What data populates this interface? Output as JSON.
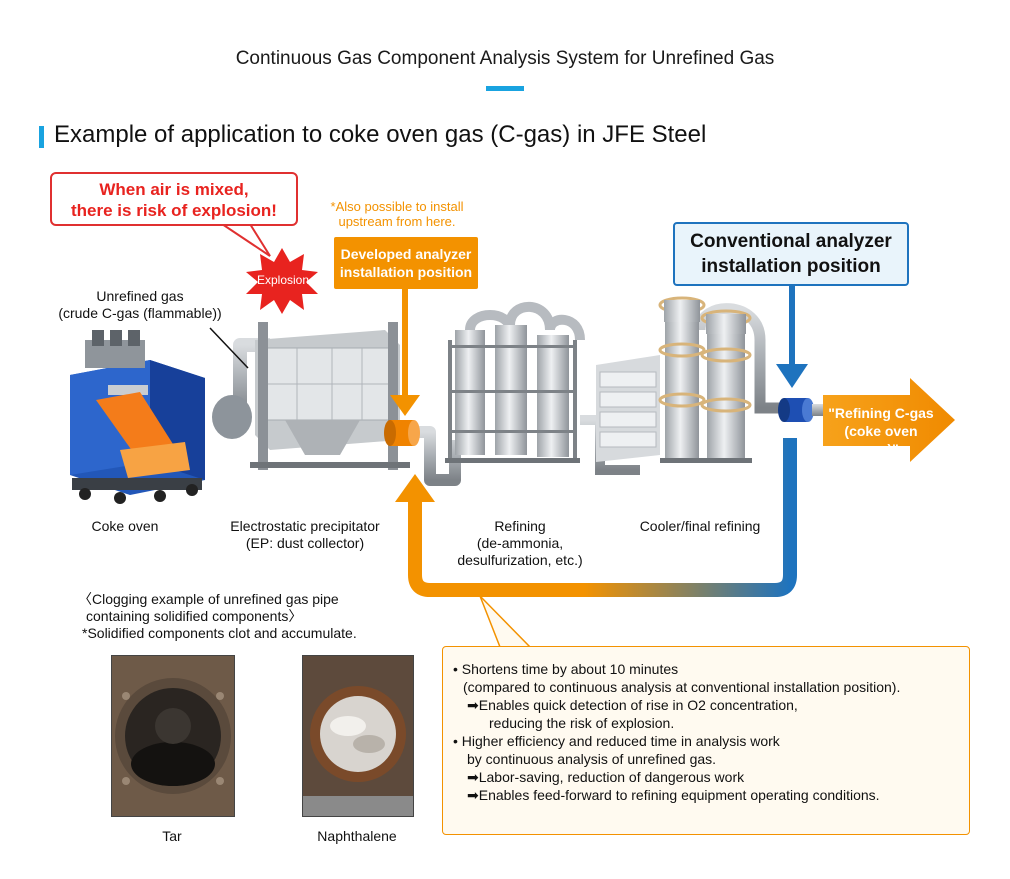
{
  "title": "Continuous Gas Component Analysis System for Unrefined Gas",
  "section_title": "Example of application to coke oven gas (C-gas) in JFE Steel",
  "warning": {
    "line1": "When air is mixed,",
    "line2": "there is risk of explosion!"
  },
  "explosion_label": "Explosion",
  "unrefined_gas": {
    "line1": "Unrefined gas",
    "line2": "(crude C-gas (flammable))"
  },
  "upstream_note": {
    "line1": "*Also possible to install",
    "line2": "upstream from here."
  },
  "developed_position": {
    "line1": "Developed analyzer",
    "line2": "installation position"
  },
  "conventional_position": {
    "line1": "Conventional analyzer",
    "line2": "installation position"
  },
  "refining_output": {
    "line1": "\"Refining C-gas",
    "line2": "(coke oven gas)\""
  },
  "stages": {
    "coke_oven": "Coke oven",
    "precipitator_line1": "Electrostatic precipitator",
    "precipitator_line2": "(EP: dust collector)",
    "refining_line1": "Refining",
    "refining_line2": "(de-ammonia,",
    "refining_line3": "desulfurization, etc.)",
    "cooler": "Cooler/final refining"
  },
  "clogging": {
    "line1": "〈Clogging example of unrefined gas pipe",
    "line2": "containing solidified components〉",
    "line3": "*Solidified components clot and accumulate."
  },
  "photos": {
    "tar": "Tar",
    "naphthalene": "Naphthalene"
  },
  "benefits": {
    "b1": "• Shortens time by about 10 minutes",
    "b1_sub": "(compared to continuous analysis at conventional installation position).",
    "b1_arrow1": "➡Enables quick detection of rise in O2 concentration,",
    "b1_arrow1_cont": "reducing the risk of explosion.",
    "b2": "• Higher efficiency and reduced time in analysis work",
    "b2_sub": "by continuous analysis of unrefined gas.",
    "b2_arrow1": "➡Labor-saving, reduction of dangerous work",
    "b2_arrow2": "➡Enables feed-forward to refining equipment operating conditions."
  },
  "colors": {
    "accent_blue": "#19a3e0",
    "orange": "#f39200",
    "warning_red": "#e8231f",
    "conventional_blue": "#1e73be"
  }
}
